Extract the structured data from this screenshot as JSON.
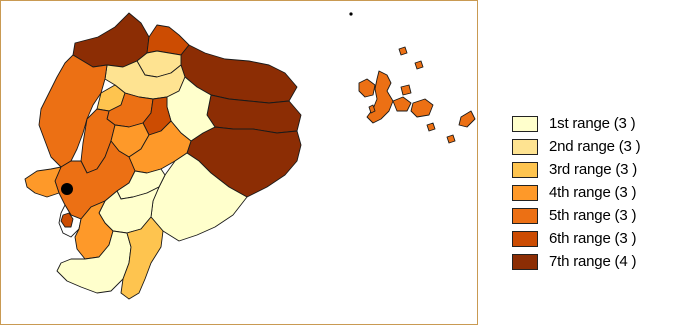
{
  "map": {
    "colors": {
      "r1": "#ffffcc",
      "r2": "#fee391",
      "r3": "#fec44f",
      "r4": "#fe9929",
      "r5": "#ec7014",
      "r6": "#cc4c02",
      "r7": "#8c2d04"
    }
  },
  "legend": {
    "items": [
      {
        "label": "1st range (3 )",
        "color": "#ffffcc"
      },
      {
        "label": "2nd range (3 )",
        "color": "#fee391"
      },
      {
        "label": "3rd range (3 )",
        "color": "#fec44f"
      },
      {
        "label": "4th range (3 )",
        "color": "#fe9929"
      },
      {
        "label": "5th range (3 )",
        "color": "#ec7014"
      },
      {
        "label": "6th range (3 )",
        "color": "#cc4c02"
      },
      {
        "label": "7th range (4 )",
        "color": "#8c2d04"
      }
    ]
  }
}
